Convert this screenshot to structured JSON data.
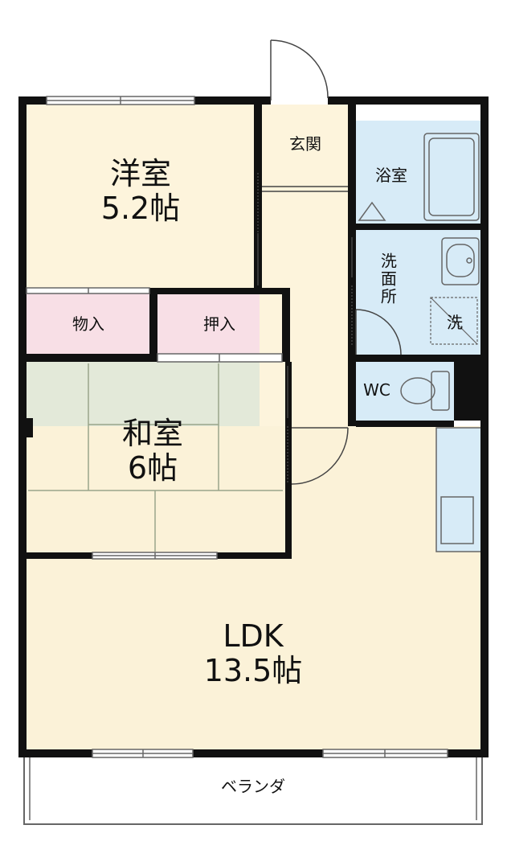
{
  "rooms": {
    "western": {
      "name": "洋室",
      "size": "5.2帖"
    },
    "japanese": {
      "name": "和室",
      "size": "6帖"
    },
    "ldk": {
      "name": "LDK",
      "size": "13.5帖"
    },
    "storage": {
      "name": "物入"
    },
    "closet": {
      "name": "押入"
    },
    "entrance": {
      "name": "玄関"
    },
    "bathroom": {
      "name": "浴室"
    },
    "washroom": {
      "name": "洗面所"
    },
    "washer": {
      "name": "洗"
    },
    "toilet": {
      "name": "WC"
    },
    "veranda": {
      "name": "ベランダ"
    }
  },
  "colors": {
    "wall": "#111111",
    "western_floor": "#fdf4dc",
    "japanese_floor": "#e3e9d9",
    "tatami_line": "#9aa58a",
    "storage_floor": "#f8dfe6",
    "wet_area_floor": "#d7ebf7",
    "ldk_floor": "#fbf2d8",
    "veranda_floor": "#ffffff"
  },
  "icons": [
    "door-swing-icon",
    "bathtub-icon",
    "wash-basin-icon",
    "washer-pan-icon",
    "toilet-icon",
    "kitchen-counter-icon",
    "sliding-window-icon"
  ]
}
